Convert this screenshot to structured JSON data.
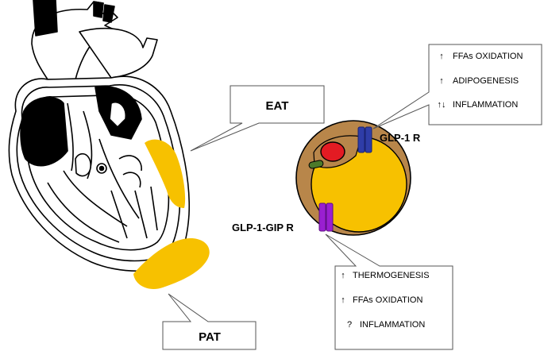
{
  "callouts": {
    "eat": {
      "label": "EAT"
    },
    "pat": {
      "label": "PAT"
    }
  },
  "receptors": {
    "glp1": {
      "label": "GLP-1 R",
      "color": "#2f3da8"
    },
    "dual": {
      "label": "GLP-1-GIP R",
      "color": "#9a1fd1"
    }
  },
  "effects_top": [
    {
      "arrow": "↑",
      "text": "FFAs OXIDATION"
    },
    {
      "arrow": "↑",
      "text": "ADIPOGENESIS"
    },
    {
      "arrow": "↑↓",
      "text": "INFLAMMATION"
    }
  ],
  "effects_bottom": [
    {
      "arrow": "↑",
      "text": "THERMOGENESIS"
    },
    {
      "arrow": "↑",
      "text": "FFAs OXIDATION"
    },
    {
      "arrow": "?",
      "text": "INFLAMMATION"
    }
  ],
  "colors": {
    "fat": "#f7c100",
    "cell_border": "#b8864a",
    "nucleus": "#e31b23",
    "mitochondrion": "#4c7a2a"
  }
}
